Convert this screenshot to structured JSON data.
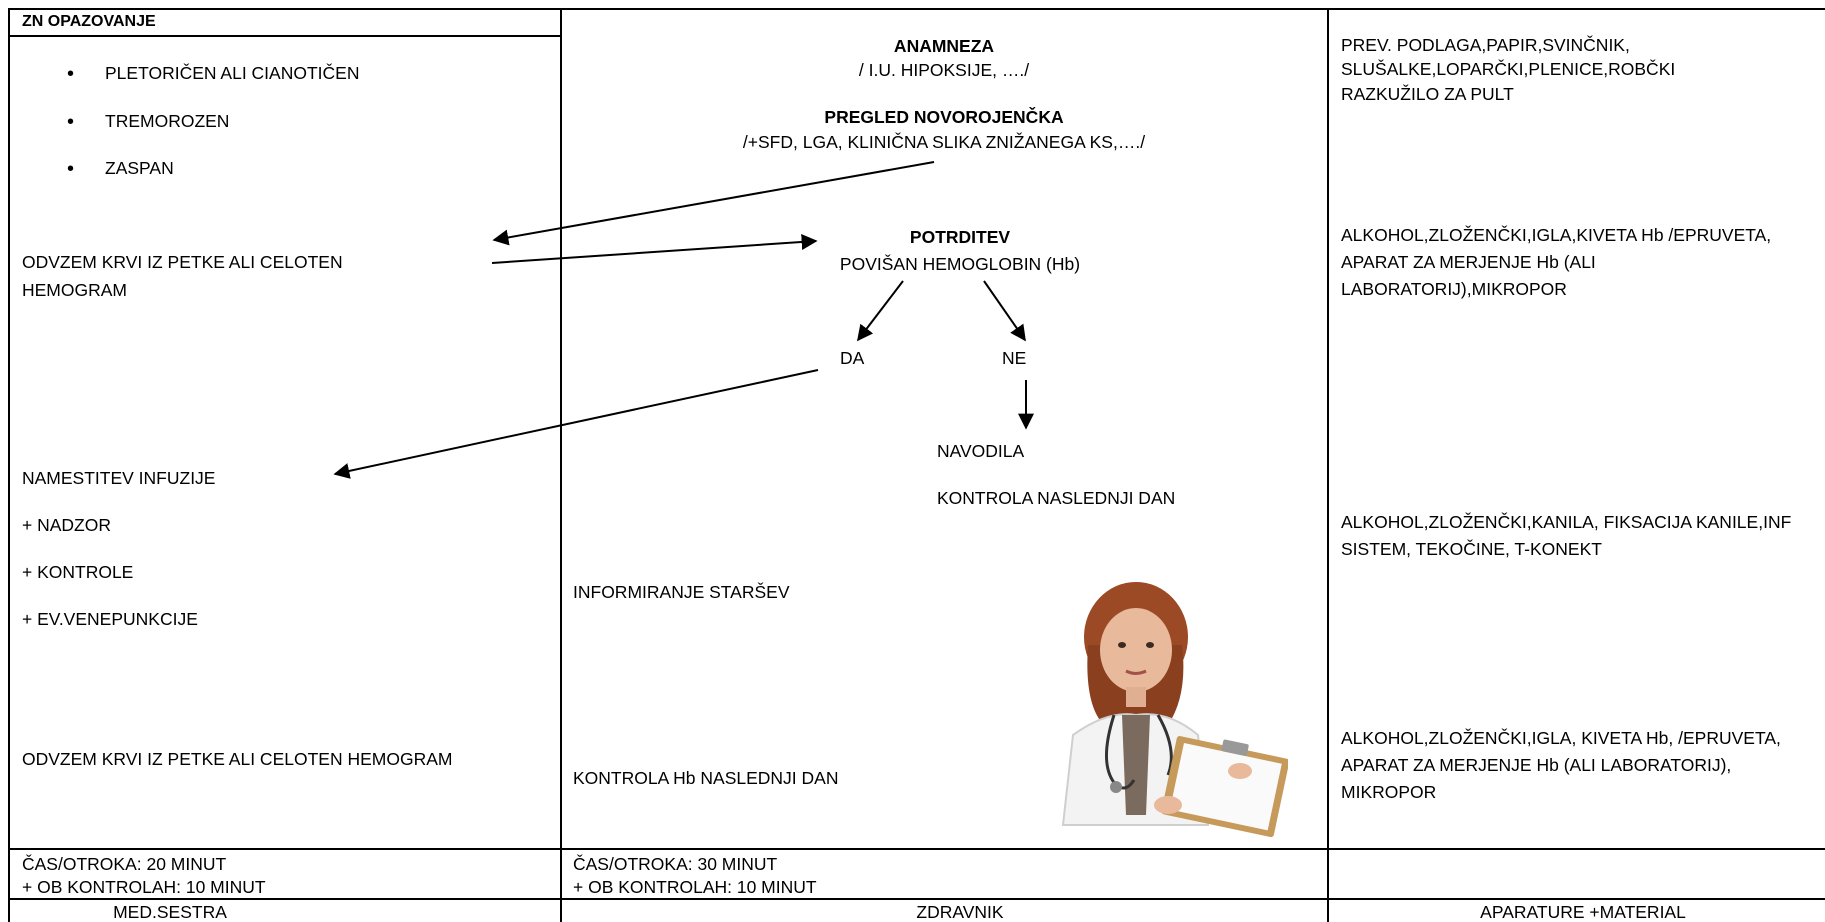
{
  "left": {
    "header": "ZN OPAZOVANJE",
    "bullets": [
      "PLETORIČEN ALI CIANOTIČEN",
      "TREMOROZEN",
      "ZASPAN"
    ],
    "blood_draw_1": [
      "ODVZEM KRVI IZ PETKE ALI CELOTEN",
      "HEMOGRAM"
    ],
    "infusion": [
      "NAMESTITEV INFUZIJE",
      "+ NADZOR",
      "+ KONTROLE",
      "+ EV.VENEPUNKCIJE"
    ],
    "blood_draw_2": "ODVZEM KRVI IZ PETKE  ALI CELOTEN HEMOGRAM",
    "time": [
      "ČAS/OTROKA: 20 MINUT",
      "+ OB KONTROLAH: 10 MINUT"
    ],
    "footer": "MED.SESTRA"
  },
  "middle": {
    "anamneza_title": "ANAMNEZA",
    "anamneza_sub": "/ I.U. HIPOKSIJE, …./",
    "pregled_title": "PREGLED NOVOROJENČKA",
    "pregled_sub": "/+SFD, LGA, KLINIČNA SLIKA ZNIŽANEGA KS,…./",
    "potrditev_title": "POTRDITEV",
    "potrditev_sub": "POVIŠAN HEMOGLOBIN (Hb)",
    "da": "DA",
    "ne": "NE",
    "navodila": "NAVODILA",
    "kontrola_next": "KONTROLA NASLEDNJI DAN",
    "informiranje": "INFORMIRANJE STARŠEV",
    "kontrola_hb": "KONTROLA Hb  NASLEDNJI DAN",
    "time": [
      "ČAS/OTROKA: 30 MINUT",
      "+ OB KONTROLAH: 10 MINUT"
    ],
    "footer": "ZDRAVNIK"
  },
  "right": {
    "mat1": [
      "PREV. PODLAGA,PAPIR,SVINČNIK,",
      "SLUŠALKE,LOPARČKI,PLENICE,ROBČKI",
      "RAZKUŽILO ZA PULT"
    ],
    "mat2": [
      "ALKOHOL,ZLOŽENČKI,IGLA,KIVETA Hb /EPRUVETA,",
      "APARAT ZA MERJENJE Hb (ALI",
      "LABORATORIJ),MIKROPOR"
    ],
    "mat3": [
      "ALKOHOL,ZLOŽENČKI,KANILA, FIKSACIJA KANILE,INF",
      "SISTEM, TEKOČINE,          T-KONEKT"
    ],
    "mat4": [
      "ALKOHOL,ZLOŽENČKI,IGLA, KIVETA Hb, /EPRUVETA,",
      "APARAT ZA MERJENJE  Hb (ALI LABORATORIJ),",
      "MIKROPOR"
    ],
    "footer": "APARATURE +MATERIAL"
  }
}
